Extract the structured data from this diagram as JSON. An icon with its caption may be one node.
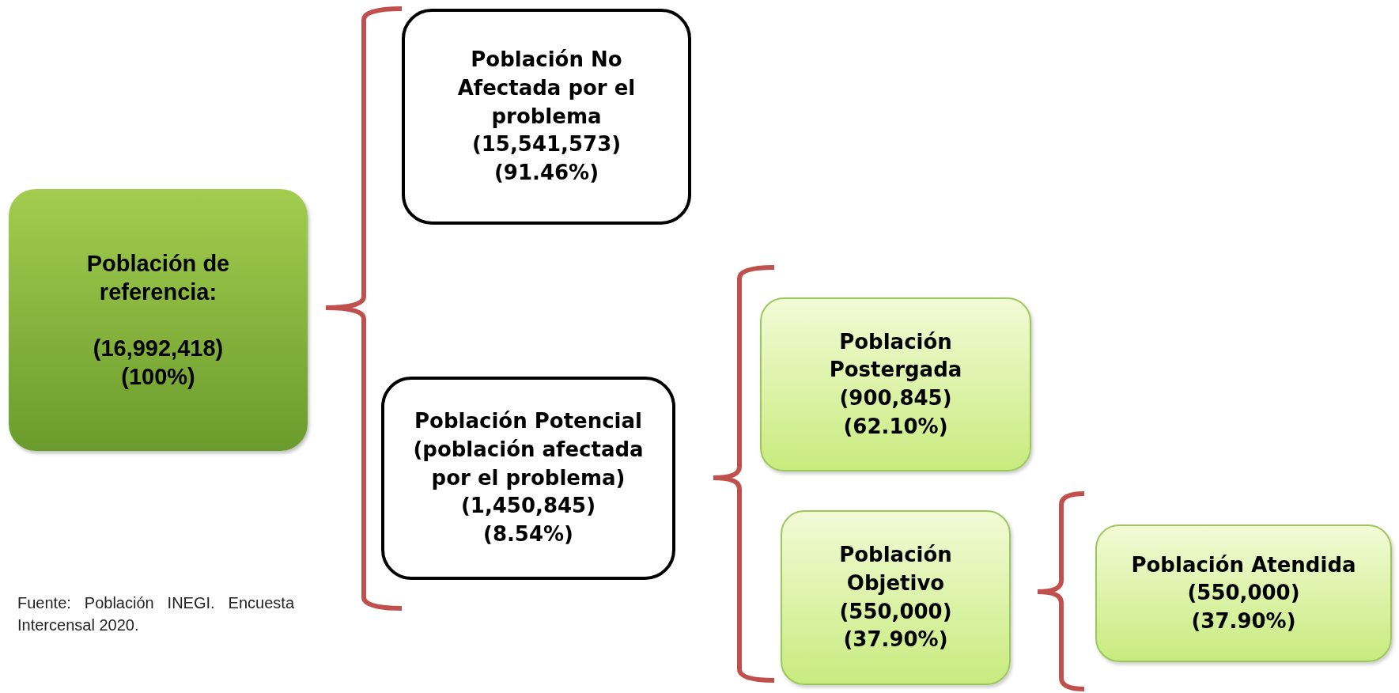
{
  "diagram": {
    "nodes": [
      {
        "text": [
          "Población de referencia:",
          "(16,992,418) (100%)"
        ]
      },
      {
        "text": [
          "Población No Afectada por el problema",
          "(15,541,573)",
          "(91.46%)"
        ]
      },
      {
        "text": [
          "Población Potencial (población afectada por el problema)",
          "(1,450,845)",
          "(8.54%)"
        ]
      },
      {
        "text": [
          "Población Postergada",
          "(900,845)",
          "(62.10%)"
        ]
      },
      {
        "text": [
          "Población Objetivo",
          "(550,000)",
          "(37.90%)"
        ]
      },
      {
        "text": [
          "Población Atendida",
          "(550,000)",
          "(37.90%)"
        ]
      }
    ],
    "labels": [
      "Fuente: Población INEGI. Encuesta Intercensal 2020."
    ]
  }
}
